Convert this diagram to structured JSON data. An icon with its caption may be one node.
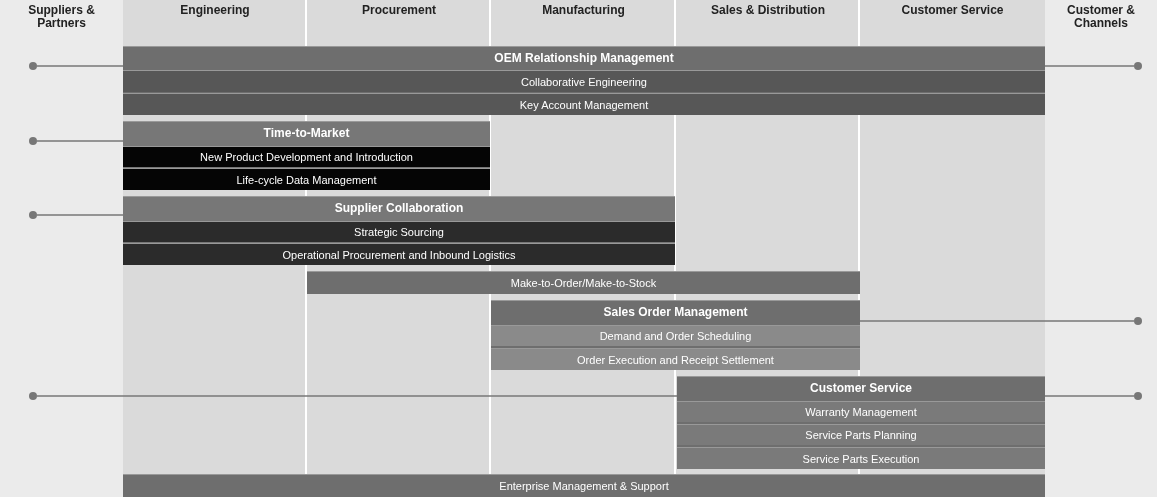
{
  "diagram": {
    "nodes": [
      {
        "text": [
          "OEM Relationship Management"
        ]
      },
      {
        "text": [
          "Collaborative Engineering"
        ],
        "in": 0
      },
      {
        "text": [
          "Key Account Management"
        ],
        "in": 0
      },
      {
        "text": [
          "Time-to-Market"
        ]
      },
      {
        "text": [
          "New Product Development and Introduction"
        ],
        "in": 3
      },
      {
        "text": [
          "Life-cycle Data Management"
        ],
        "in": 3
      },
      {
        "text": [
          "Supplier Collaboration"
        ]
      },
      {
        "text": [
          "Strategic Sourcing"
        ],
        "in": 6
      },
      {
        "text": [
          "Operational Procurement and Inbound Logistics"
        ],
        "in": 6
      },
      {
        "text": [
          "Make-to-Order/Make-to-Stock"
        ]
      },
      {
        "text": [
          "Sales Order Management"
        ]
      },
      {
        "text": [
          "Demand and Order Scheduling"
        ],
        "in": 10
      },
      {
        "text": [
          "Order Execution and Receipt Settlement"
        ],
        "in": 10
      },
      {
        "text": [
          "Customer Service"
        ]
      },
      {
        "text": [
          "Warranty Management"
        ],
        "in": 13
      },
      {
        "text": [
          "Service Parts Planning"
        ],
        "in": 13
      },
      {
        "text": [
          "Service Parts Execution"
        ],
        "in": 13
      },
      {
        "text": [
          "Enterprise Management & Support"
        ]
      },
      {
        "text": [],
        "shape": "circle"
      },
      {
        "text": [],
        "shape": "circle"
      },
      {
        "text": [],
        "shape": "circle"
      },
      {
        "text": [],
        "shape": "circle"
      },
      {
        "text": [],
        "shape": "circle"
      },
      {
        "text": [],
        "shape": "circle"
      },
      {
        "text": [],
        "shape": "circle"
      }
    ],
    "edges": [
      {
        "from": 18,
        "to": 0,
        "arrow": "none"
      },
      {
        "from": 19,
        "to": 0,
        "arrow": "none"
      },
      {
        "from": 20,
        "to": 3,
        "arrow": "none"
      },
      {
        "from": 21,
        "to": 6,
        "arrow": "none"
      },
      {
        "from": 22,
        "to": 10,
        "arrow": "none"
      },
      {
        "from": 23,
        "to": 13,
        "arrow": "none"
      },
      {
        "from": 24,
        "to": 13,
        "arrow": "none"
      }
    ],
    "labels": [
      "Suppliers & Partners",
      "Engineering",
      "Procurement",
      "Manufacturing",
      "Sales & Distribution",
      "Customer Service",
      "Customer & Channels"
    ]
  }
}
